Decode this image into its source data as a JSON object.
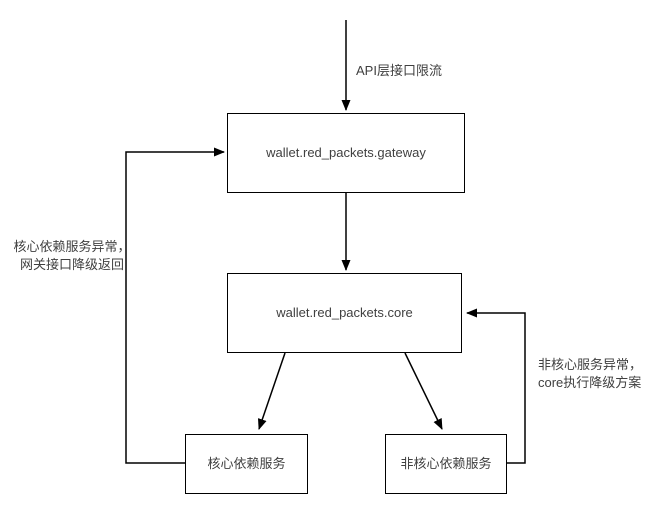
{
  "diagram": {
    "type": "flowchart",
    "nodes": {
      "gateway": {
        "label": "wallet.red_packets.gateway"
      },
      "core": {
        "label": "wallet.red_packets.core"
      },
      "core_deps": {
        "label": "核心依赖服务"
      },
      "noncore_deps": {
        "label": "非核心依赖服务"
      }
    },
    "edge_labels": {
      "api_throttle": {
        "text": "API层接口限流"
      },
      "gateway_fallback": {
        "line1": "核心依赖服务异常，",
        "line2": "网关接口降级返回"
      },
      "core_fallback": {
        "line1": "非核心服务异常，",
        "line2": "core执行降级方案"
      }
    },
    "edges": [
      {
        "name": "inbound-traffic-to-gateway",
        "from": "top",
        "to": "gateway"
      },
      {
        "name": "gateway-to-core",
        "from": "gateway",
        "to": "core"
      },
      {
        "name": "core-to-core-deps",
        "from": "core",
        "to": "core_deps"
      },
      {
        "name": "core-to-noncore-deps",
        "from": "core",
        "to": "noncore_deps"
      },
      {
        "name": "core-deps-loop-to-gateway",
        "from": "core_deps",
        "to": "gateway"
      },
      {
        "name": "noncore-deps-loop-to-core",
        "from": "noncore_deps",
        "to": "core"
      }
    ]
  },
  "colors": {
    "line": "#000000",
    "text": "#404040",
    "node_fill": "#ffffff",
    "background": "#ffffff"
  }
}
